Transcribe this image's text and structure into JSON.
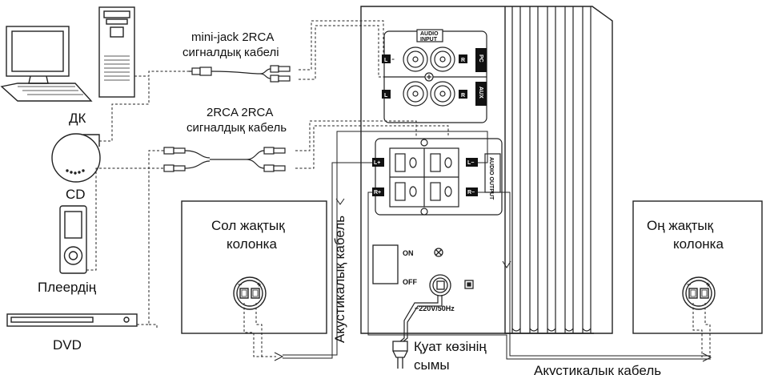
{
  "devices": {
    "pc": "ДК",
    "cd": "CD",
    "player": "Плеердің",
    "dvd": "DVD"
  },
  "cables": {
    "minijack_line1": "mini-jack 2RCA",
    "minijack_line2": "сигналдық кабелі",
    "rca_line1": "2RCA 2RCA",
    "rca_line2": "сигналдық кабель",
    "speaker_cable_vertical": "Акустикалық кабель",
    "speaker_cable_bottom": "Акустикалық кабель",
    "power_line1": "Қуат көзінің",
    "power_line2": "сымы"
  },
  "speakers": {
    "left_line1": "Сол жақтық",
    "left_line2": "колонка",
    "right_line1": "Оң жақтық",
    "right_line2": "колонка",
    "minus": "−",
    "plus": "+"
  },
  "panel": {
    "audio_input_1": "AUDIO",
    "audio_input_2": "INPUT",
    "audio_output": "AUDIO OUTPUT",
    "pc": "PC",
    "aux": "AUX",
    "L": "L",
    "R": "R",
    "Lplus": "L+",
    "Rplus": "R+",
    "Lminus": "L−",
    "Rminus": "R−",
    "on": "ON",
    "off": "OFF",
    "voltage": "~220V/50Hz"
  }
}
